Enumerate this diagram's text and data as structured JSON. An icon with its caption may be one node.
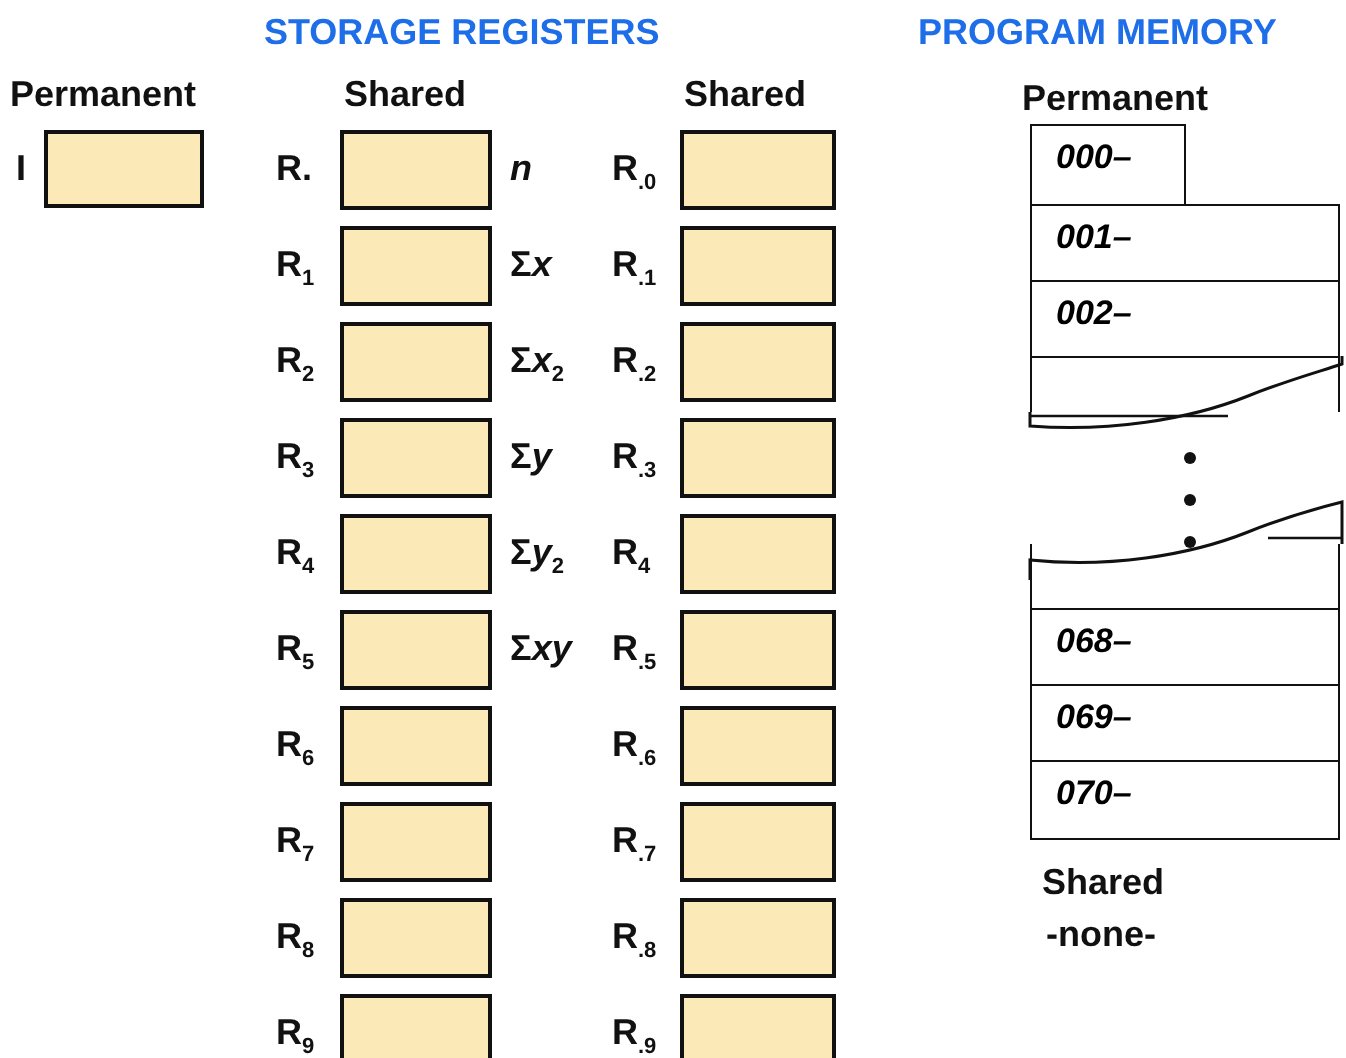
{
  "diagram": {
    "nodes": [
      {
        "text": [],
        "shape": "box",
        "beside": [
          "I"
        ]
      },
      {
        "text": [],
        "shape": "box",
        "beside": [
          "R.",
          "*n*"
        ]
      },
      {
        "text": [],
        "shape": "box",
        "beside": [
          "R$_{1}$",
          "Σ**x**"
        ]
      },
      {
        "text": [],
        "shape": "box",
        "beside": [
          "R$_{2}$",
          "Σ**x**$_{2}$"
        ]
      },
      {
        "text": [],
        "shape": "box",
        "beside": [
          "R$_{3}$",
          "Σ**y**"
        ]
      },
      {
        "text": [],
        "shape": "box",
        "beside": [
          "R$_{4}$",
          "Σ**y**$_{2}$"
        ]
      },
      {
        "text": [],
        "shape": "box",
        "beside": [
          "R$_{5}$",
          "Σ**xy**"
        ]
      },
      {
        "text": [],
        "shape": "box",
        "beside": [
          "R$_{6}$"
        ]
      },
      {
        "text": [],
        "shape": "box",
        "beside": [
          "R$_{7}$"
        ]
      },
      {
        "text": [],
        "shape": "box",
        "beside": [
          "R$_{8}$"
        ]
      },
      {
        "text": [],
        "shape": "box",
        "beside": [
          "R$_{9}$"
        ]
      },
      {
        "text": [],
        "shape": "box",
        "beside": [
          "R$_{.0}$"
        ]
      },
      {
        "text": [],
        "shape": "box",
        "beside": [
          "R$_{.1}$"
        ]
      },
      {
        "text": [],
        "shape": "box",
        "beside": [
          "R$_{.2}$"
        ]
      },
      {
        "text": [],
        "shape": "box",
        "beside": [
          "R$_{.3}$"
        ]
      },
      {
        "text": [],
        "shape": "box",
        "beside": [
          "R$_{4}$"
        ]
      },
      {
        "text": [],
        "shape": "box",
        "beside": [
          "R$_{.5}$"
        ]
      },
      {
        "text": [],
        "shape": "box",
        "beside": [
          "R$_{.6}$"
        ]
      },
      {
        "text": [],
        "shape": "box",
        "beside": [
          "R$_{.7}$"
        ]
      },
      {
        "text": [],
        "shape": "box",
        "beside": [
          "R$_{.8}$"
        ]
      },
      {
        "text": [],
        "shape": "box",
        "beside": [
          "R$_{.9}$"
        ]
      },
      {
        "text": [
          "000–"
        ]
      },
      {
        "text": [
          "001–"
        ]
      },
      {
        "text": [
          "002–"
        ]
      },
      {
        "text": [],
        "shape": "box"
      },
      {
        "text": [],
        "shape": "box"
      },
      {
        "text": [
          "068–"
        ]
      },
      {
        "text": [
          "069–"
        ]
      },
      {
        "text": [
          "070–"
        ]
      }
    ],
    "edges": [],
    "labels": [
      "STORAGE REGISTERS",
      "PROGRAM MEMORY",
      "Permanent",
      "Shared",
      "Shared",
      "Permanent",
      "Shared",
      "-none-"
    ]
  }
}
